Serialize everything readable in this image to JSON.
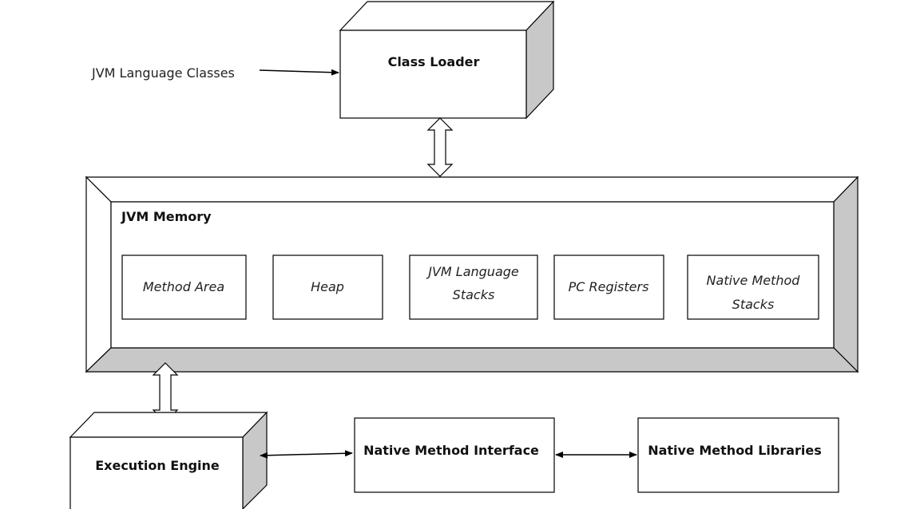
{
  "diagram": {
    "input_label": "JVM Language Classes",
    "class_loader": "Class Loader",
    "memory": {
      "title": "JVM Memory",
      "areas": [
        {
          "line1": "Method Area",
          "line2": ""
        },
        {
          "line1": "Heap",
          "line2": ""
        },
        {
          "line1": "JVM Language",
          "line2": "Stacks"
        },
        {
          "line1": "PC Registers",
          "line2": ""
        },
        {
          "line1": "Native Method",
          "line2": "Stacks"
        }
      ]
    },
    "execution_engine": "Execution Engine",
    "native_interface": "Native Method Interface",
    "native_libraries": "Native Method Libraries"
  },
  "colors": {
    "shade": "#c8c8c8",
    "stroke": "#000000",
    "fill": "#ffffff"
  }
}
